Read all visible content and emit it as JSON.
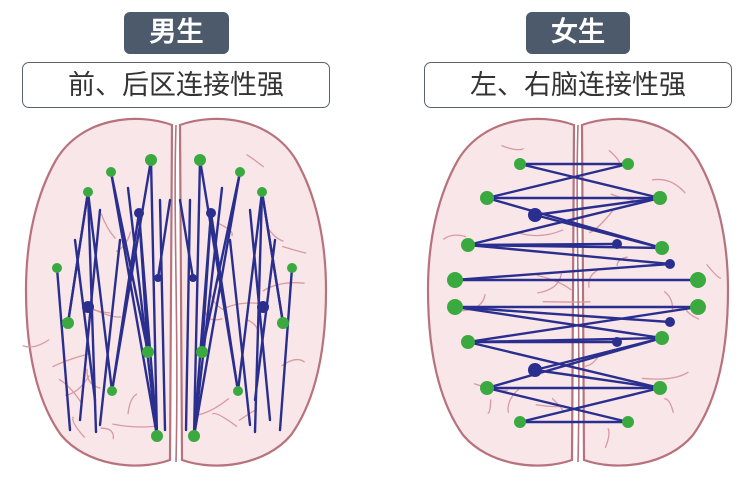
{
  "left_panel": {
    "tag": "男生",
    "caption": "前、后区连接性强"
  },
  "right_panel": {
    "tag": "女生",
    "caption": "左、右脑连接性强"
  },
  "colors": {
    "tag_bg": "#4d5a6b",
    "brain_fill": "#f8e6e8",
    "brain_outline": "#b8727c",
    "gyri": "#d89aa2",
    "connection_line": "#2a2f8f",
    "node_green": "#3aa93f",
    "node_navy": "#2a2f8f"
  },
  "icons": [
    "male-brain-icon",
    "female-brain-icon"
  ]
}
